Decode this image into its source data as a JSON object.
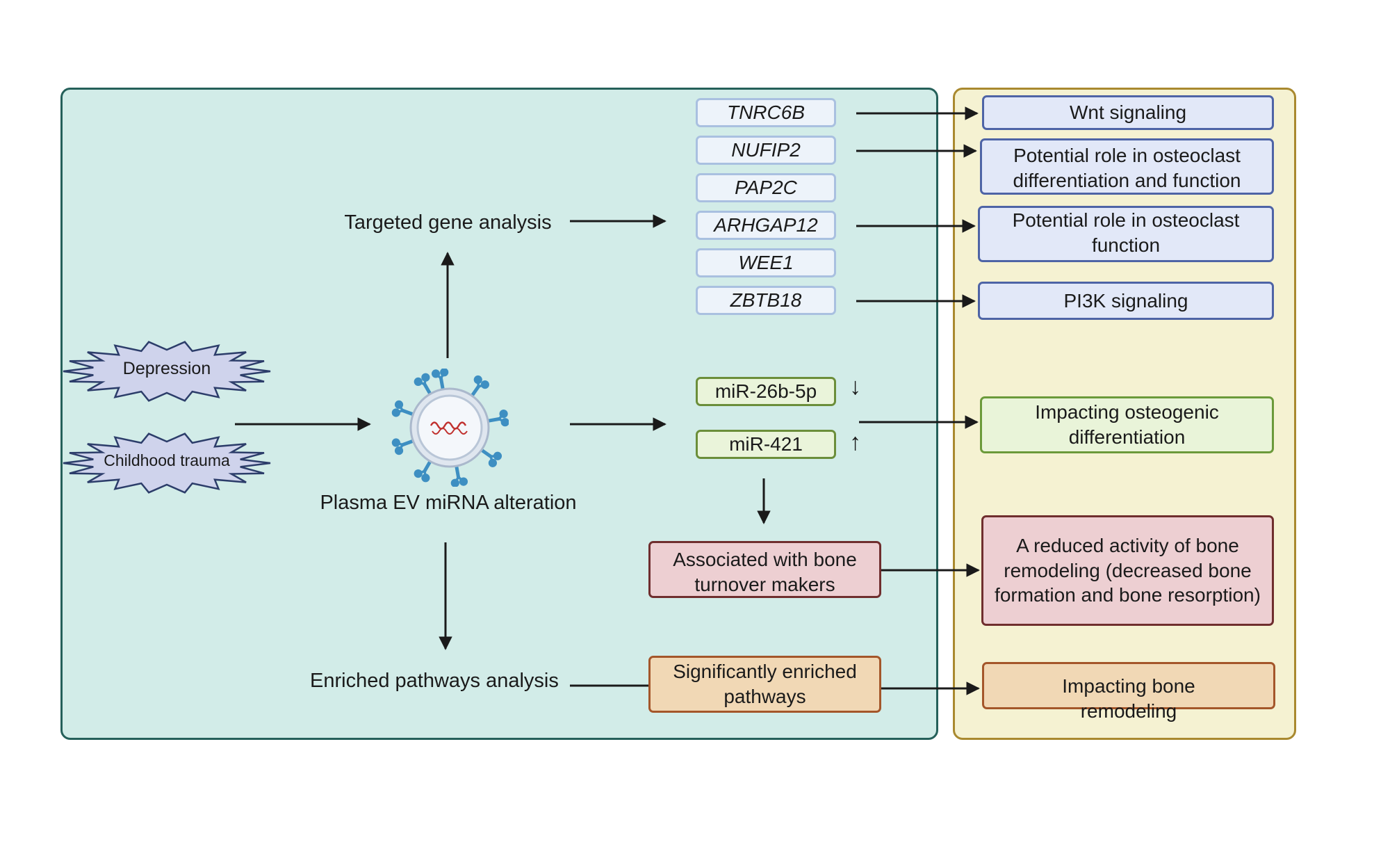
{
  "stressors": [
    "Depression",
    "Childhood trauma"
  ],
  "center_label": "Plasma EV miRNA alteration",
  "targeted_label": "Targeted gene analysis",
  "enriched_label": "Enriched pathways analysis",
  "genes": [
    "TNRC6B",
    "NUFIP2",
    "PAP2C",
    "ARHGAP12",
    "WEE1",
    "ZBTB18"
  ],
  "mirnas": [
    {
      "name": "miR-26b-5p",
      "direction": "↓"
    },
    {
      "name": "miR-421",
      "direction": "↑"
    }
  ],
  "bone_turnover": "Associated with bone turnover makers",
  "sig_pathways": "Significantly enriched pathways",
  "outcomes": {
    "wnt": "Wnt signaling",
    "osteoclast_diff": "Potential role in osteoclast differentiation and function",
    "osteoclast_func": "Potential role in osteoclast function",
    "pi3k": "PI3K signaling",
    "osteogenic": "Impacting osteogenic differentiation",
    "remodeling_reduced": "A reduced activity of bone remodeling (decreased bone formation and bone resorption)",
    "remodeling": "Impacting bone remodeling"
  },
  "colors": {
    "left_panel": "#d2ece8",
    "right_panel": "#f5f2d2",
    "starburst_fill": "#cfd3ec",
    "vesicle_receptor": "#3e8fc2",
    "rna": "#c0302e"
  }
}
